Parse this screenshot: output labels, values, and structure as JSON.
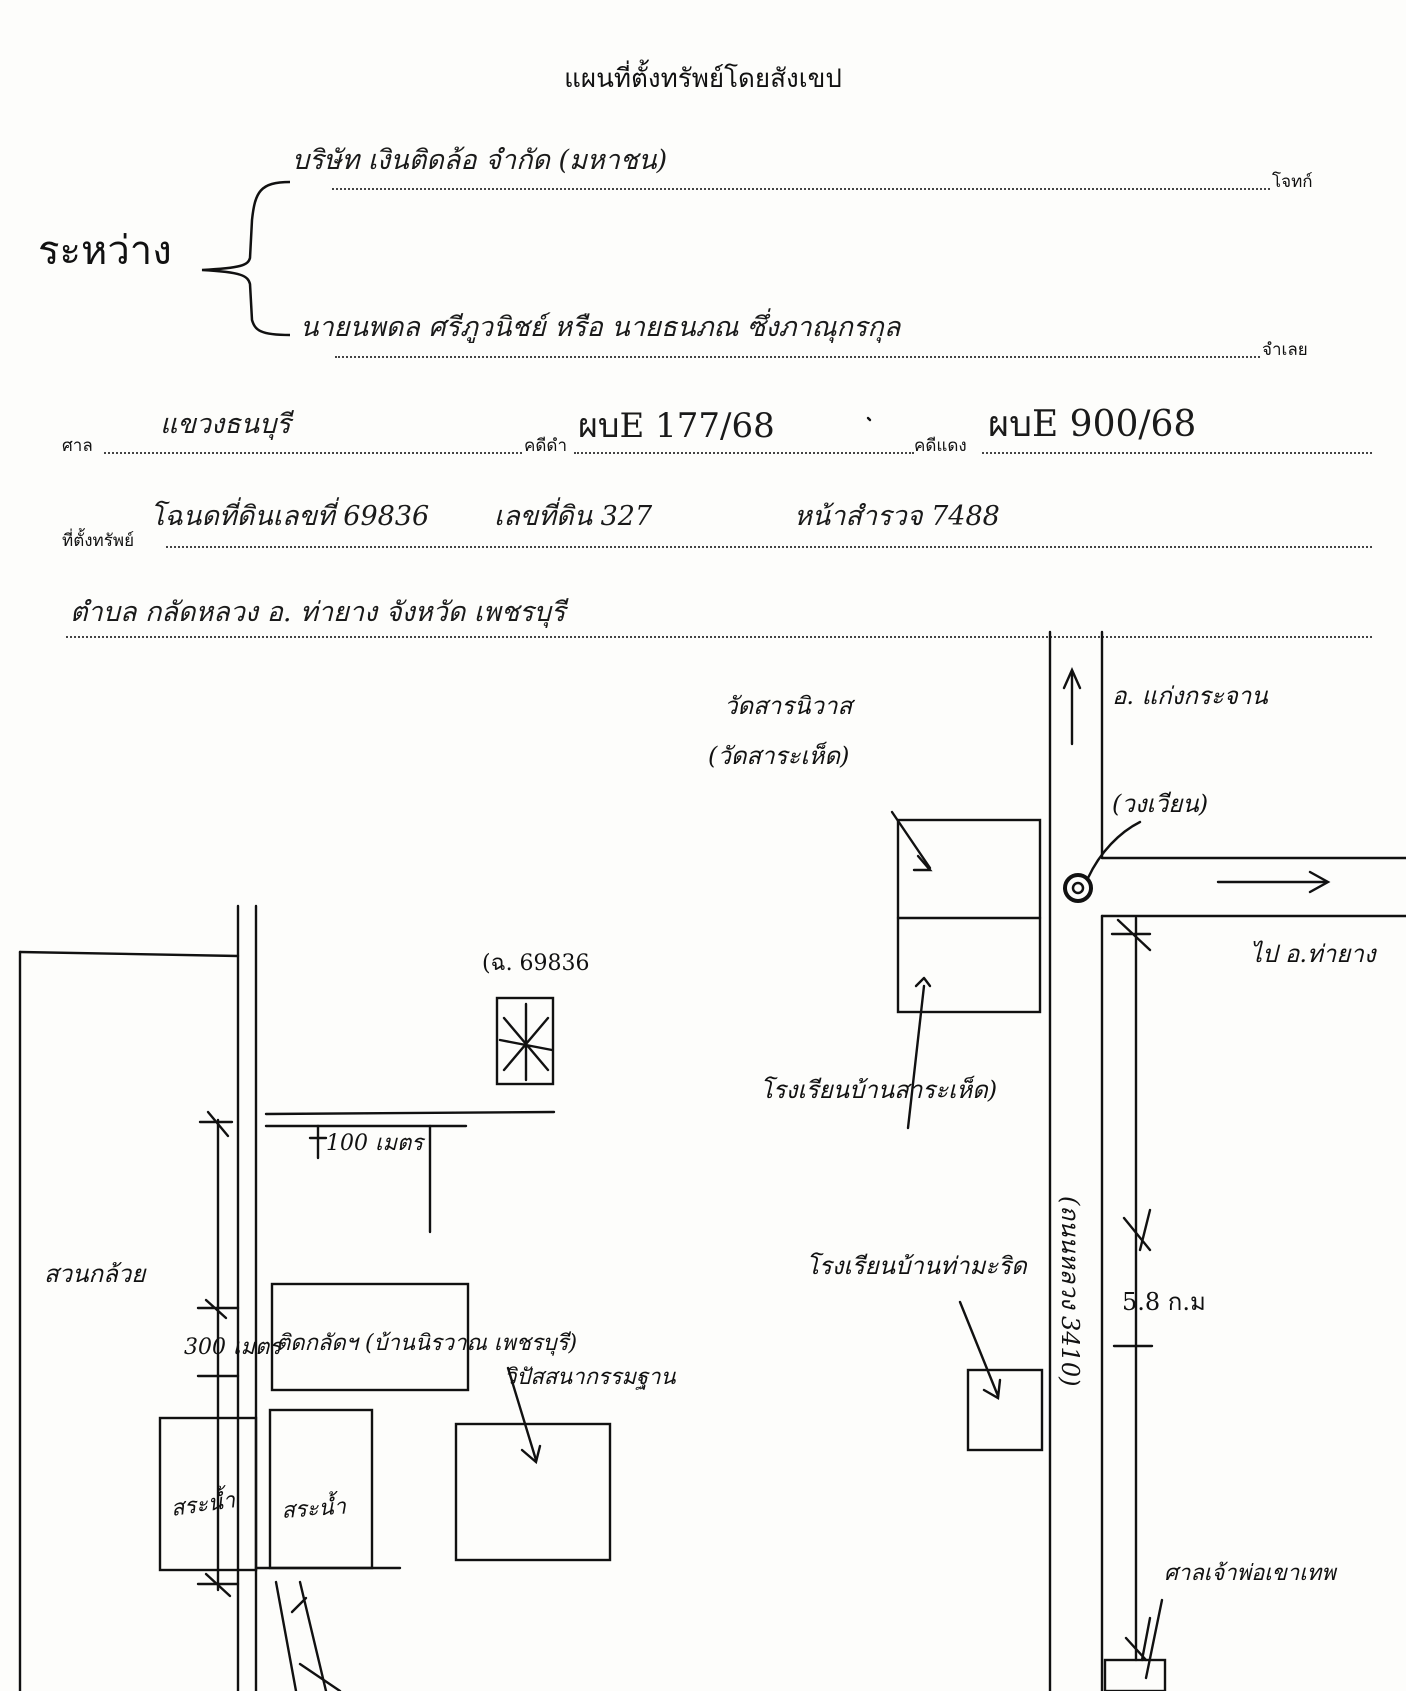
{
  "header": {
    "title": "แผนที่ตั้งทรัพย์โดยสังเขป"
  },
  "parties": {
    "between_label": "ระหว่าง",
    "plaintiff_value": "บริษัท เงินติดล้อ จำกัด (มหาชน)",
    "plaintiff_label": "โจทก์",
    "defendant_value": "นายนพดล ศรีภูวนิชย์ หรือ นายธนภณ ซึ่งภาณุกรกุล",
    "defendant_label": "จำเลย"
  },
  "case": {
    "court_label": "ศาล",
    "court_value": "แขวงธนบุรี",
    "black_case_label": "คดีดำ",
    "black_case_value": "ผบE 177/68",
    "red_case_label": "คดีแดง",
    "red_case_value": "ผบE 900/68"
  },
  "property": {
    "location_label": "ที่ตั้งทรัพย์",
    "deed_text": "โฉนดที่ดินเลขที่ 69836",
    "land_no_text": "เลขที่ดิน 327",
    "survey_text": "หน้าสำรวจ 7488",
    "address_line": "ตำบล กลัดหลวง   อ. ท่ายาง   จังหวัด เพชรบุรี"
  },
  "map": {
    "labels": {
      "temple": "วัดสารนิวาส",
      "temple_alt": "(วัดสาระเห็ด)",
      "district_north": "อ. แก่งกระจาน",
      "roundabout": "(วงเวียน)",
      "to_district": "ไป อ.ท่ายาง",
      "deed_marker": "(ฉ. 69836",
      "school_1": "โรงเรียนบ้านสาระเห็ด)",
      "distance_100": "100 เมตร",
      "school_2": "โรงเรียนบ้านท่ามะริด",
      "road": "(ถนนหลวง 3410)",
      "distance_km": "5.8 ก.ม",
      "banana": "สวนกล้วย",
      "distance_300": "300 เมตร",
      "village": "ติดกลัดฯ (บ้านนิรวาณ เพชรบุรี)",
      "center": "วิปัสสนากรรมฐาน",
      "pond_1": "สระน้ำ",
      "pond_2": "สระน้ำ",
      "court": "ศาลเจ้าพ่อเขาเทพ"
    }
  }
}
